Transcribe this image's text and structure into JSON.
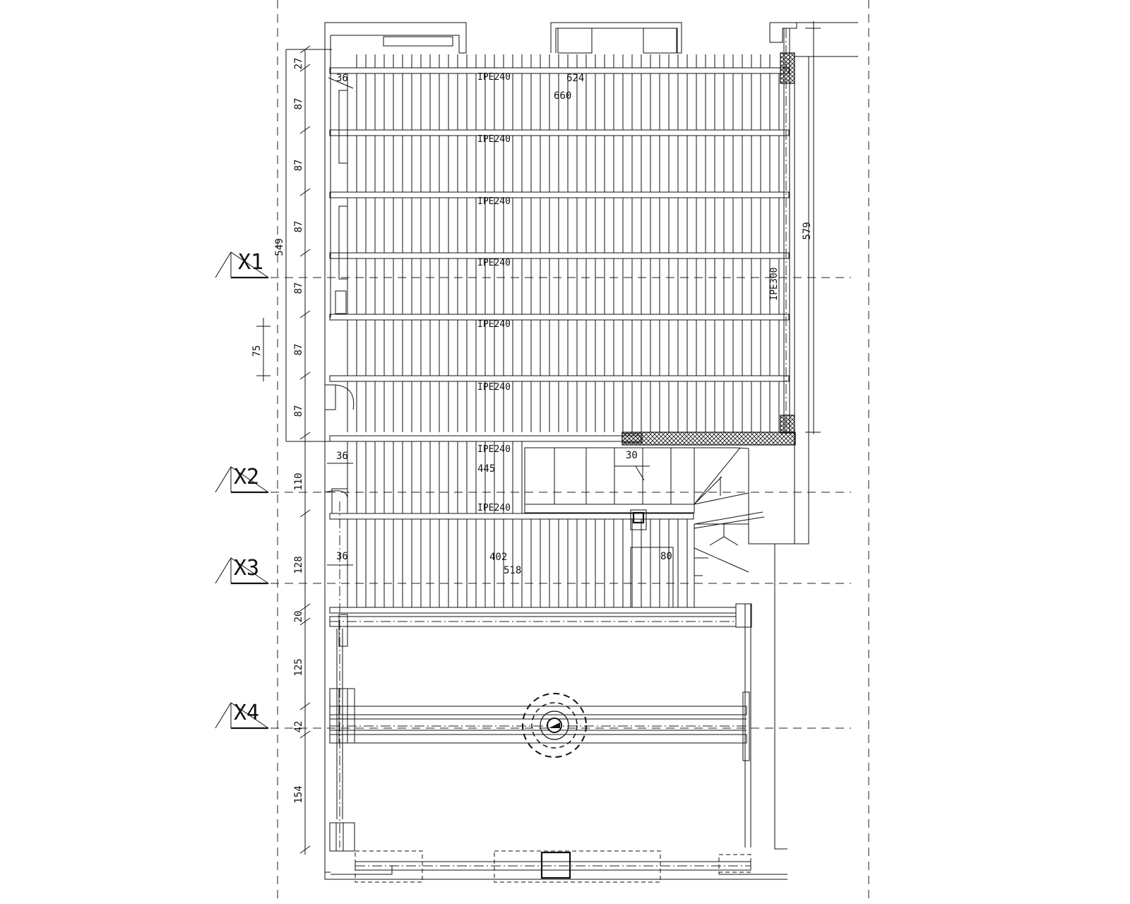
{
  "sections": {
    "x1": "X1",
    "x2": "X2",
    "x3": "X3",
    "x4": "X4"
  },
  "beams": {
    "b1": "IPE240",
    "b2": "IPE240",
    "b3": "IPE240",
    "b4": "IPE240",
    "b5": "IPE240",
    "b6": "IPE240",
    "b7": "IPE240",
    "b8": "IPE240",
    "column": "IPE300"
  },
  "dims": {
    "d27": "27",
    "d87a": "87",
    "d87b": "87",
    "d87c": "87",
    "d87d": "87",
    "d87e": "87",
    "d87f": "87",
    "d549": "549",
    "d75": "75",
    "d579": "579",
    "d110": "110",
    "d128": "128",
    "d20": "20",
    "d125": "125",
    "d42": "42",
    "d154": "154",
    "d36a": "36",
    "d36b": "36",
    "d36c": "36",
    "d624": "624",
    "d660": "660",
    "d445": "445",
    "d30": "30",
    "d402": "402",
    "d518": "518",
    "d80": "80"
  }
}
